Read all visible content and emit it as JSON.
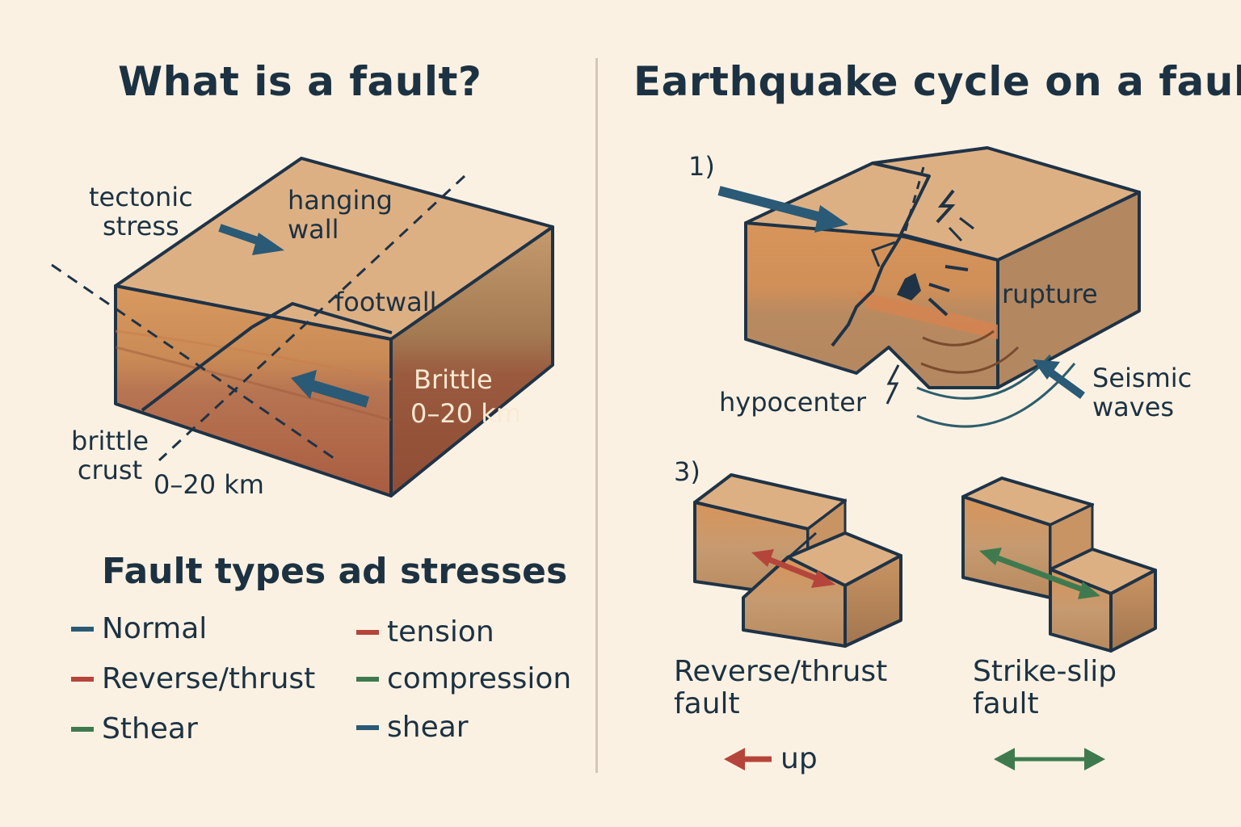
{
  "left_panel": {
    "title": "What is a fault?",
    "labels": {
      "tectonic_stress": "tectonic\nstress",
      "hanging_wall": "hanging\nwall",
      "footwall": "footwall",
      "brittle": "Brittle",
      "brittle_depth": "0–20 km",
      "brittle_crust": "brittle\ncrust",
      "crust_depth": "0–20 km"
    }
  },
  "legend": {
    "title": "Fault types ad stresses",
    "fault_types": [
      {
        "label": "Normal",
        "color": "#2a5a75"
      },
      {
        "label": "Reverse/thrust",
        "color": "#b5453a"
      },
      {
        "label": "Sthear",
        "color": "#3f7a4f"
      }
    ],
    "stresses": [
      {
        "label": "tension",
        "color": "#b5453a"
      },
      {
        "label": "compression",
        "color": "#3f7a4f"
      },
      {
        "label": "shear",
        "color": "#2a5a75"
      }
    ]
  },
  "right_panel": {
    "title": "Earthquake cycle on a fault",
    "step1": "1)",
    "step3": "3)",
    "rupture": "rupture",
    "hypocenter": "hypocenter",
    "seismic_waves": "Seismic\nwaves",
    "reverse_fault": "Reverse/thrust\nfault",
    "reverse_arrow_label": "up",
    "strike_slip_fault": "Strike-slip\nfault"
  },
  "colors": {
    "background": "#fbf1e3",
    "text": "#1c3242",
    "block_top": "#ddb084",
    "block_orange": "#d8955a",
    "block_mid": "#b88a5e",
    "block_red": "#a75b3e",
    "arrow_blue": "#2a5a75",
    "arrow_red": "#b5453a",
    "arrow_green": "#3f7a4f"
  }
}
